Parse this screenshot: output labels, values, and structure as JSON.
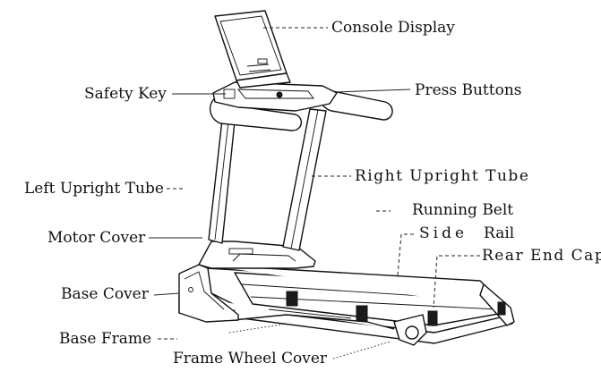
{
  "labels": {
    "console_display": "Console Display",
    "safety_key": "Safety Key",
    "press_buttons": "Press Buttons",
    "left_upright_tube": "Left Upright Tube",
    "right_upright_tube": "Right Upright Tube",
    "running_belt": "Running Belt",
    "motor_cover": "Motor Cover",
    "side_rail_side": "Side",
    "side_rail_rail": "Rail",
    "rear_end_cap": "Rear End Cap",
    "base_cover": "Base Cover",
    "base_frame": "Base Frame",
    "frame_wheel_cover": "Frame Wheel Cover"
  },
  "colors": {
    "line": "#111111",
    "background": "#ffffff"
  }
}
